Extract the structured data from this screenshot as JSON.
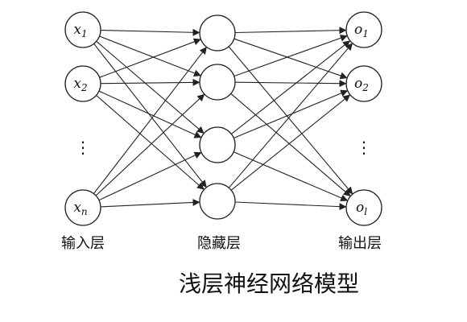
{
  "title": "浅层神经网络模型",
  "layers": {
    "input": {
      "label": "输入层",
      "nodes": [
        {
          "var": "x",
          "sub": "1"
        },
        {
          "var": "x",
          "sub": "2"
        },
        {
          "var": "x",
          "sub": "n"
        }
      ]
    },
    "hidden": {
      "label": "隐藏层",
      "node_count": 4
    },
    "output": {
      "label": "输出层",
      "nodes": [
        {
          "var": "o",
          "sub": "1"
        },
        {
          "var": "o",
          "sub": "2"
        },
        {
          "var": "o",
          "sub": "l"
        }
      ]
    }
  },
  "ellipsis": "⋮",
  "colors": {
    "stroke": "#222222",
    "fill": "#ffffff",
    "text": "#111111"
  }
}
